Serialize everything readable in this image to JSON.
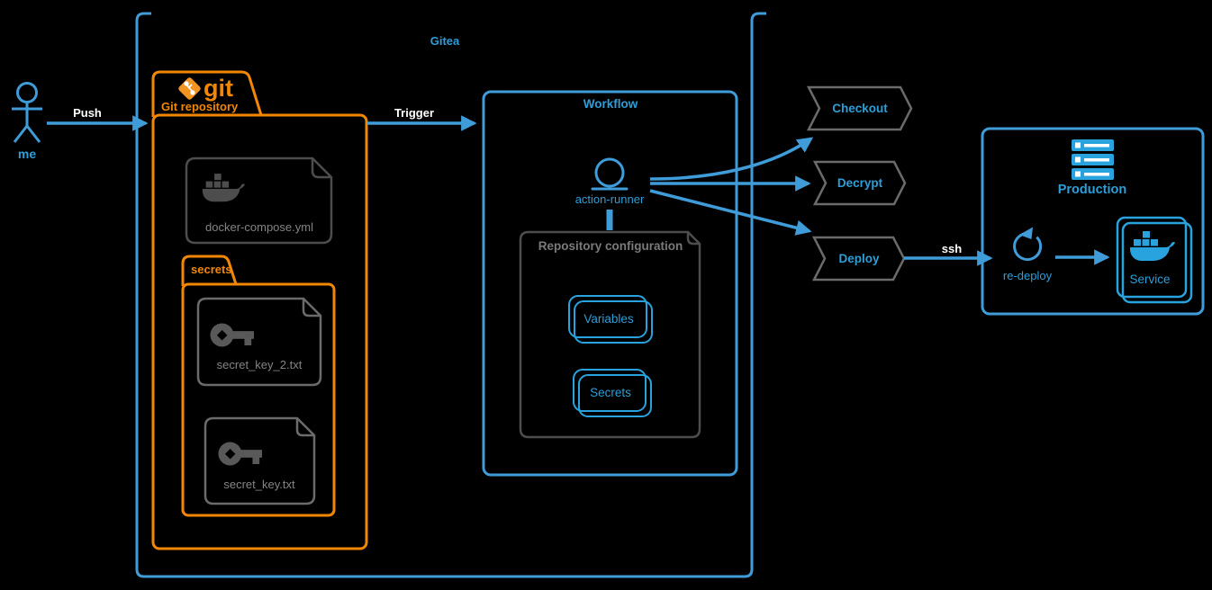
{
  "colors": {
    "background": "#000000",
    "line_blue": "#3f9cd8",
    "icon_blue": "#29a3dd",
    "text_blue": "#2d9ed8",
    "orange": "#f28705",
    "dark_gray": "#4d4d4d",
    "mid_gray": "#6b6b6b",
    "text_gray": "#848484",
    "white": "#ffffff"
  },
  "actor": {
    "label": "me"
  },
  "edges": {
    "push": "Push",
    "trigger": "Trigger",
    "ssh": "ssh"
  },
  "gitea": {
    "label": "Gitea"
  },
  "git_repository": {
    "logo_text": "git",
    "label": "Git repository",
    "compose_file": {
      "name": "docker-compose.yml"
    },
    "secrets_folder": {
      "label": "secrets",
      "files": [
        {
          "name": "secret_key_2.txt"
        },
        {
          "name": "secret_key.txt"
        }
      ]
    }
  },
  "workflow": {
    "title": "Workflow",
    "runner_label": "action-runner",
    "repository_configuration": {
      "title": "Repository configuration",
      "buttons": [
        {
          "label": "Variables"
        },
        {
          "label": "Secrets"
        }
      ]
    }
  },
  "pipeline_steps": [
    {
      "label": "Checkout"
    },
    {
      "label": "Decrypt"
    },
    {
      "label": "Deploy"
    }
  ],
  "production": {
    "title": "Production",
    "redeploy_label": "re-deploy",
    "service_label": "Service"
  }
}
